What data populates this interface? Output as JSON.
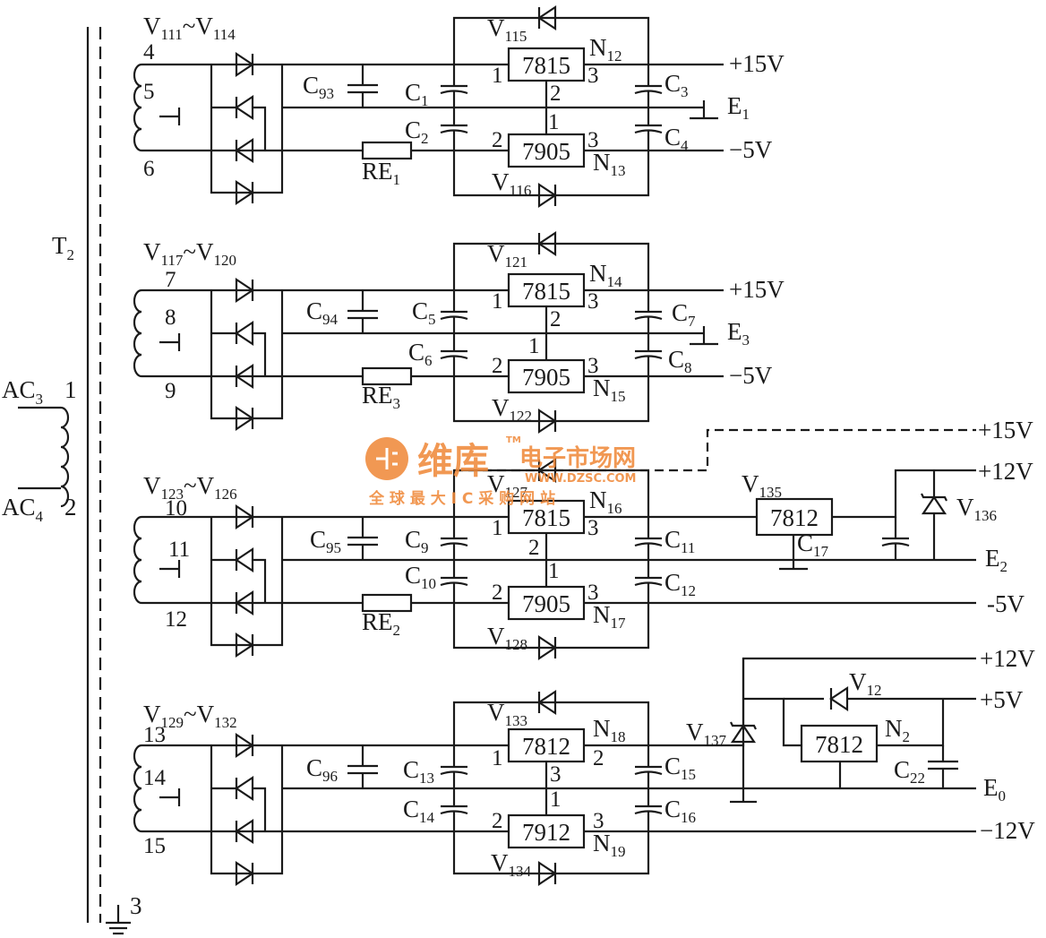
{
  "transformer": {
    "name": "T",
    "name_sub": "2",
    "pin1": "1",
    "pin2": "2",
    "pin3": "3",
    "ac_in_1": "AC",
    "ac_in_1_sub": "3",
    "ac_in_2": "AC",
    "ac_in_2_sub": "4"
  },
  "sections": [
    {
      "diode_range": {
        "a": "V",
        "a_sub": "111",
        "sep": "~",
        "b": "V",
        "b_sub": "114"
      },
      "taps": [
        "4",
        "5",
        "6"
      ],
      "cap_in": {
        "t": "C",
        "s": "93"
      },
      "res": {
        "t": "RE",
        "s": "1"
      },
      "c_top": {
        "t": "C",
        "s": "1"
      },
      "c_bot": {
        "t": "C",
        "s": "2"
      },
      "c_out_top": {
        "t": "C",
        "s": "3"
      },
      "c_out_bot": {
        "t": "C",
        "s": "4"
      },
      "reg_top": "7815",
      "reg_bot": "7905",
      "n_top": {
        "t": "N",
        "s": "12"
      },
      "n_bot": {
        "t": "N",
        "s": "13"
      },
      "d_top": {
        "t": "V",
        "s": "115"
      },
      "d_bot": {
        "t": "V",
        "s": "116"
      },
      "pins_top": {
        "in": "1",
        "out": "3",
        "gnd": "2"
      },
      "pins_bot": {
        "in": "2",
        "out": "3",
        "gnd": "1"
      },
      "out_pos": "+15V",
      "out_neg": "−5V",
      "gnd": {
        "t": "E",
        "s": "1"
      }
    },
    {
      "diode_range": {
        "a": "V",
        "a_sub": "117",
        "sep": "~",
        "b": "V",
        "b_sub": "120"
      },
      "taps": [
        "7",
        "8",
        "9"
      ],
      "cap_in": {
        "t": "C",
        "s": "94"
      },
      "res": {
        "t": "RE",
        "s": "3"
      },
      "c_top": {
        "t": "C",
        "s": "5"
      },
      "c_bot": {
        "t": "C",
        "s": "6"
      },
      "c_out_top": {
        "t": "C",
        "s": "7"
      },
      "c_out_bot": {
        "t": "C",
        "s": "8"
      },
      "reg_top": "7815",
      "reg_bot": "7905",
      "n_top": {
        "t": "N",
        "s": "14"
      },
      "n_bot": {
        "t": "N",
        "s": "15"
      },
      "d_top": {
        "t": "V",
        "s": "121"
      },
      "d_bot": {
        "t": "V",
        "s": "122"
      },
      "pins_top": {
        "in": "1",
        "out": "3",
        "gnd": "2"
      },
      "pins_bot": {
        "in": "2",
        "out": "3",
        "gnd": "1"
      },
      "out_pos": "+15V",
      "out_neg": "−5V",
      "gnd": {
        "t": "E",
        "s": "3"
      }
    },
    {
      "diode_range": {
        "a": "V",
        "a_sub": "123",
        "sep": "~",
        "b": "V",
        "b_sub": "126"
      },
      "taps": [
        "10",
        "11",
        "12"
      ],
      "cap_in": {
        "t": "C",
        "s": "95"
      },
      "res": {
        "t": "RE",
        "s": "2"
      },
      "c_top": {
        "t": "C",
        "s": "9"
      },
      "c_bot": {
        "t": "C",
        "s": "10"
      },
      "c_out_top": {
        "t": "C",
        "s": "11"
      },
      "c_out_bot": {
        "t": "C",
        "s": "12"
      },
      "reg_top": "7815",
      "reg_bot": "7905",
      "n_top": {
        "t": "N",
        "s": "16"
      },
      "n_bot": {
        "t": "N",
        "s": "17"
      },
      "d_top": {
        "t": "V",
        "s": "127"
      },
      "d_bot": {
        "t": "V",
        "s": "128"
      },
      "pins_top": {
        "in": "1",
        "out": "3",
        "gnd": "2"
      },
      "pins_bot": {
        "in": "2",
        "out": "3",
        "gnd": "1"
      },
      "out_pos": "+15V",
      "out_pos2": "+12V",
      "out_neg": "-5V",
      "gnd": {
        "t": "E",
        "s": "2"
      },
      "reg_extra": "7812",
      "extra_reg_label": {
        "t": "V",
        "s": "135"
      },
      "extra_cap": {
        "t": "C",
        "s": "17"
      },
      "zener": {
        "t": "V",
        "s": "136"
      }
    },
    {
      "diode_range": {
        "a": "V",
        "a_sub": "129",
        "sep": "~",
        "b": "V",
        "b_sub": "132"
      },
      "taps": [
        "13",
        "14",
        "15"
      ],
      "cap_in": {
        "t": "C",
        "s": "96"
      },
      "c_top": {
        "t": "C",
        "s": "13"
      },
      "c_bot": {
        "t": "C",
        "s": "14"
      },
      "c_out_top": {
        "t": "C",
        "s": "15"
      },
      "c_out_bot": {
        "t": "C",
        "s": "16"
      },
      "reg_top": "7812",
      "reg_bot": "7912",
      "n_top": {
        "t": "N",
        "s": "18"
      },
      "n_bot": {
        "t": "N",
        "s": "19"
      },
      "d_top": {
        "t": "V",
        "s": "133"
      },
      "d_bot": {
        "t": "V",
        "s": "134"
      },
      "pins_top": {
        "in": "1",
        "out": "2",
        "gnd": "3"
      },
      "pins_bot": {
        "in": "2",
        "out": "3",
        "gnd": "1"
      },
      "out_pos": "+12V",
      "out_pos2": "+5V",
      "out_neg": "−12V",
      "gnd": {
        "t": "E",
        "s": "0"
      },
      "reg_extra": "7812",
      "extra_reg_label": {
        "t": "N",
        "s": "2"
      },
      "extra_cap": {
        "t": "C",
        "s": "22"
      },
      "zener": {
        "t": "V",
        "s": "137"
      },
      "extra_diode": {
        "t": "V",
        "s": "12"
      }
    }
  ],
  "watermark": {
    "brand": "维库电子市场网",
    "brand_a": "维库",
    "brand_b": "电子市场网",
    "tm": "TM",
    "url": "WWW.DZSC.COM",
    "slogan": "全 球 最 大 I C 采 购 网 站",
    "color": "#f08a3c"
  }
}
